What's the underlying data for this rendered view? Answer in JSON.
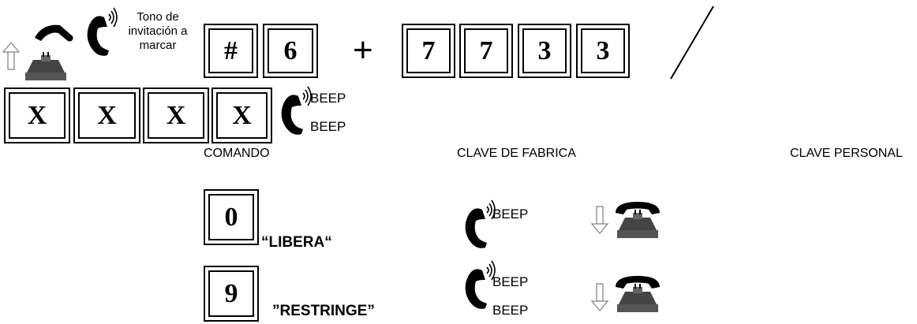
{
  "dial_tone_text": [
    "Tono de",
    "invitación a",
    "marcar"
  ],
  "row1_keys": [
    "#",
    "6"
  ],
  "plus_sign": "+",
  "factory_code_keys": [
    "7",
    "7",
    "3",
    "3"
  ],
  "personal_code_keys": [
    "X",
    "X",
    "X",
    "X"
  ],
  "beep_text": "BEEP",
  "labels": {
    "command": "COMANDO",
    "factory_code": "CLAVE DE FABRICA",
    "personal_code": "CLAVE PERSONAL"
  },
  "options": [
    {
      "key": "0",
      "label": "“LIBERA“",
      "beeps": 1
    },
    {
      "key": "9",
      "label": "”RESTRINGE”",
      "beeps": 2
    }
  ]
}
